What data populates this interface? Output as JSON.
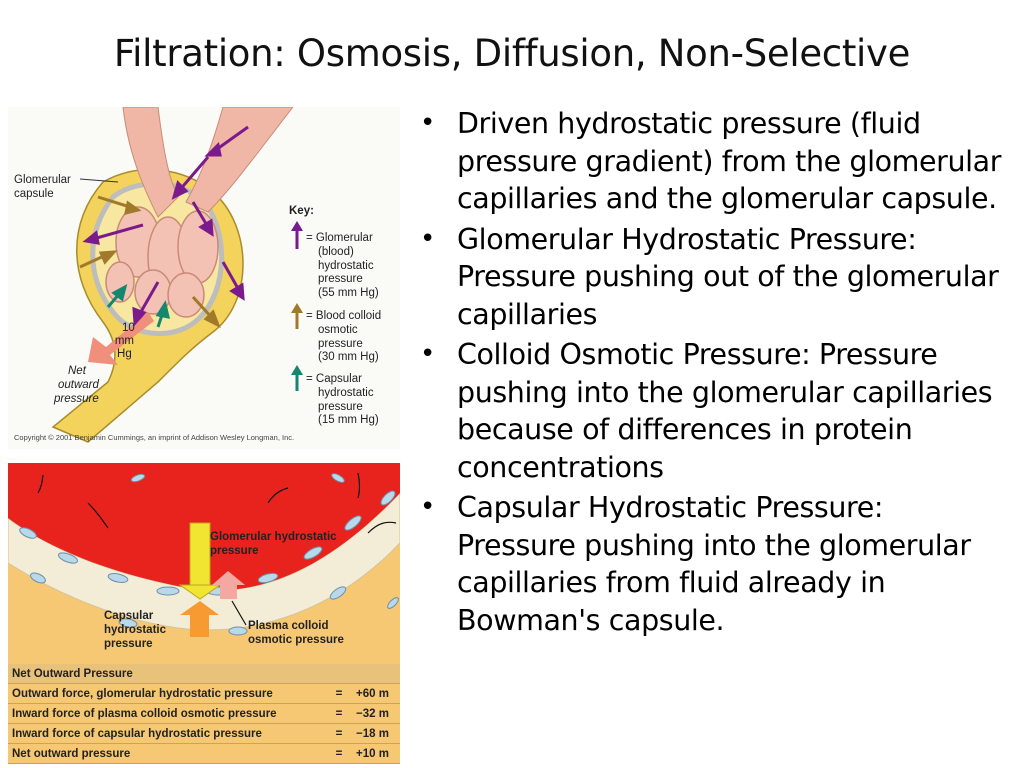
{
  "title": "Filtration: Osmosis, Diffusion, Non-Selective",
  "figure1": {
    "capsule_label": "Glomerular capsule",
    "key_title": "Key:",
    "key": [
      {
        "label": "= Glomerular (blood) hydrostatic pressure (55 mm Hg)",
        "lines": [
          "= Glomerular",
          "(blood)",
          "hydrostatic",
          "pressure",
          "(55 mm Hg)"
        ],
        "color": "#7a1a8c"
      },
      {
        "label": "= Blood colloid osmotic pressure (30 mm Hg)",
        "lines": [
          "= Blood colloid",
          "osmotic",
          "pressure",
          "(30 mm Hg)"
        ],
        "color": "#a07a2a"
      },
      {
        "label": "= Capsular hydrostatic pressure (15 mm Hg)",
        "lines": [
          "= Capsular",
          "hydrostatic",
          "pressure",
          "(15 mm Hg)"
        ],
        "color": "#14876e"
      }
    ],
    "net_arrow_label": [
      "10",
      "mm",
      "Hg"
    ],
    "net_label": [
      "Net",
      "outward",
      "pressure"
    ],
    "copyright": "Copyright © 2001 Benjamin Cummings, an imprint of Addison Wesley Longman, Inc."
  },
  "figure2": {
    "glom_label": [
      "Glomerular hydrostatic",
      "pressure"
    ],
    "capsular_label": [
      "Capsular",
      "hydrostatic",
      "pressure"
    ],
    "plasma_label": [
      "Plasma colloid",
      "osmotic pressure"
    ],
    "table_header": "Net Outward Pressure",
    "rows": [
      {
        "label": "Outward force, glomerular hydrostatic pressure",
        "eq": "=",
        "value": "+60 m"
      },
      {
        "label": "Inward force of plasma colloid osmotic pressure",
        "eq": "=",
        "value": "−32 m"
      },
      {
        "label": "Inward force of capsular hydrostatic pressure",
        "eq": "=",
        "value": "−18 m"
      },
      {
        "label": "Net outward pressure",
        "eq": "=",
        "value": "+10 m"
      }
    ]
  },
  "bullets": [
    "Driven hydrostatic pressure (fluid pressure gradient) from the glomerular capillaries and the glomerular capsule.",
    "Glomerular Hydrostatic Pressure:  Pressure pushing out of the glomerular capillaries",
    "Colloid Osmotic Pressure: Pressure pushing into the glomerular capillaries because of differences in protein concentrations",
    "Capsular Hydrostatic Pressure:  Pressure pushing into the glomerular capillaries from fluid already in Bowman's capsule."
  ],
  "colors": {
    "capsule": "#f3d35c",
    "vessel": "#f1b7a6",
    "blood": "#e8231e",
    "plasma_bg": "#f6c873",
    "purple_arrow": "#7a1a8c",
    "tan_arrow": "#a07a2a",
    "teal_arrow": "#14876e"
  }
}
